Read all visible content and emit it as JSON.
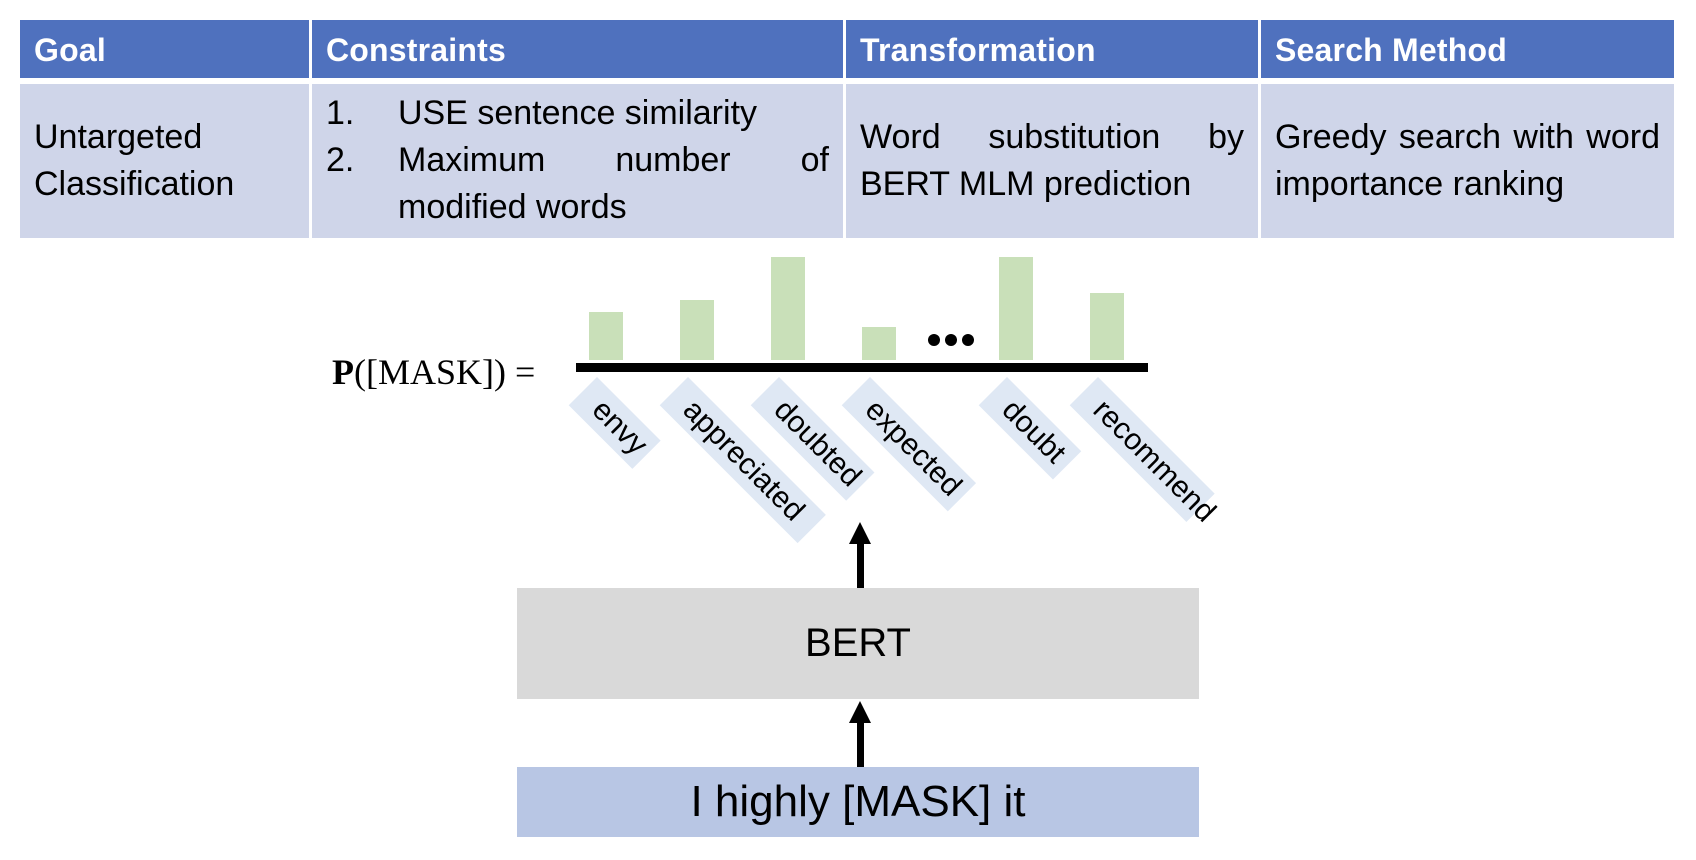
{
  "table": {
    "headers": [
      "Goal",
      "Constraints",
      "Transformation",
      "Search Method"
    ],
    "goal": [
      "Untargeted",
      "Classification"
    ],
    "constraints": [
      {
        "num": "1.",
        "text": "USE sentence similarity"
      },
      {
        "num": "2.",
        "text": "Maximum number of modified words"
      }
    ],
    "transformation": "Word substitution by BERT MLM prediction",
    "search_method": "Greedy search with word importance ranking"
  },
  "equation": {
    "bold_part": "P",
    "rest": "([MASK]) ="
  },
  "chart_data": {
    "type": "bar",
    "title": "P([MASK])",
    "categories": [
      "envy",
      "appreciated",
      "doubted",
      "expected",
      "doubt",
      "recommend"
    ],
    "values": [
      48,
      60,
      103,
      33,
      103,
      67
    ],
    "ellipsis_after_index": 3,
    "ellipsis_text": "...",
    "xlabel": "",
    "ylabel": "",
    "ylim": [
      0,
      110
    ],
    "grid": false,
    "colors": {
      "bar": "#c9e0b9",
      "tag": "#dfe8f4"
    }
  },
  "model": {
    "label": "BERT"
  },
  "input": {
    "text": "I highly [MASK] it"
  },
  "colors": {
    "header_bg": "#4f71be",
    "body_bg": "#cfd5e9",
    "bert_bg": "#d9d9d9",
    "input_bg": "#b8c6e4"
  }
}
